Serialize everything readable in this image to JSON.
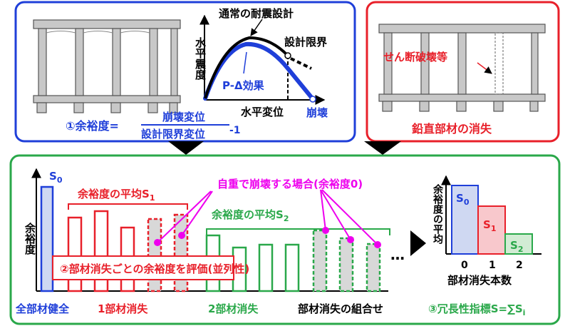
{
  "panel_top_left": {
    "graph_y_axis_label": "水平震度",
    "graph_x_axis_label": "水平変位",
    "curve_normal_label": "通常の耐震設計",
    "design_limit_label": "設計限界",
    "pdelta_label": "P-Δ効果",
    "collapse_label": "崩壊",
    "formula_prefix": "①余裕度=",
    "formula_numerator": "崩壊変位",
    "formula_denominator": "設計限界変位",
    "formula_exponent": "-1"
  },
  "panel_top_right": {
    "shear_failure_label": "せん断破壊等",
    "caption": "鉛直部材の消失"
  },
  "panel_bottom": {
    "y_axis_label": "余裕度",
    "s0_label": "S",
    "s0_sub": "0",
    "avg_s1_label": "余裕度の平均S",
    "avg_s1_sub": "1",
    "self_weight_label": "自重で崩壊する場合(余裕度0)",
    "avg_s2_label": "余裕度の平均S",
    "avg_s2_sub": "2",
    "ellipsis": "…",
    "evaluation_label": "②部材消失ごとの余裕度を評価(並列性)",
    "cat_all_sound": "全部材健全",
    "cat_one_lost": "1部材消失",
    "cat_two_lost": "2部材消失",
    "x_axis_label": "部材消失の組合せ",
    "right_chart": {
      "y_axis_label": "余裕度の平均",
      "x_axis_label": "部材消失本数",
      "ticks": [
        "0",
        "1",
        "2"
      ],
      "bar_labels": [
        {
          "main": "S",
          "sub": "0"
        },
        {
          "main": "S",
          "sub": "1"
        },
        {
          "main": "S",
          "sub": "2"
        }
      ]
    },
    "redundancy_label": "③冗長性指標S=∑S",
    "redundancy_sub": "i"
  },
  "colors": {
    "blue": "#1f3fd9",
    "red": "#e8202a",
    "green": "#2aa84a",
    "magenta": "#ee00ee",
    "pillar": "#c0c0c0"
  }
}
